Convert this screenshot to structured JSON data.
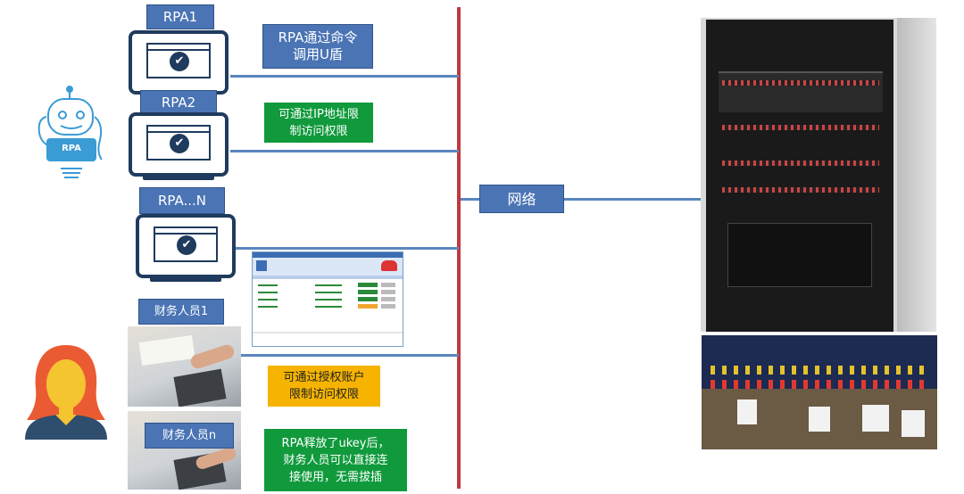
{
  "rpa_labels": [
    "RPA1",
    "RPA2",
    "RPA...N"
  ],
  "robot": {
    "label": "RPA"
  },
  "network_label": "网络",
  "notes": {
    "ukey_command": "RPA通过命令\n调用U盾",
    "ip_limit": "可通过IP地址限\n制访问权限",
    "account_limit": "可通过授权账户\n限制访问权限",
    "release_note": "RPA释放了ukey后，\n财务人员可以直接连\n接使用，无需拔插"
  },
  "finance_labels": [
    "财务人员1",
    "财务人员n"
  ],
  "colors": {
    "rpa_box": "#4a74b4",
    "network_line": "#c0393f",
    "connector": "#5a86bf",
    "green_note": "#109a3c",
    "orange_note": "#f6b400"
  },
  "icons": [
    "robot-icon",
    "monitor-icon",
    "check-icon",
    "person-icon",
    "server-rack-photo",
    "usb-hub-photo",
    "calculator-photo",
    "software-window-screenshot"
  ]
}
